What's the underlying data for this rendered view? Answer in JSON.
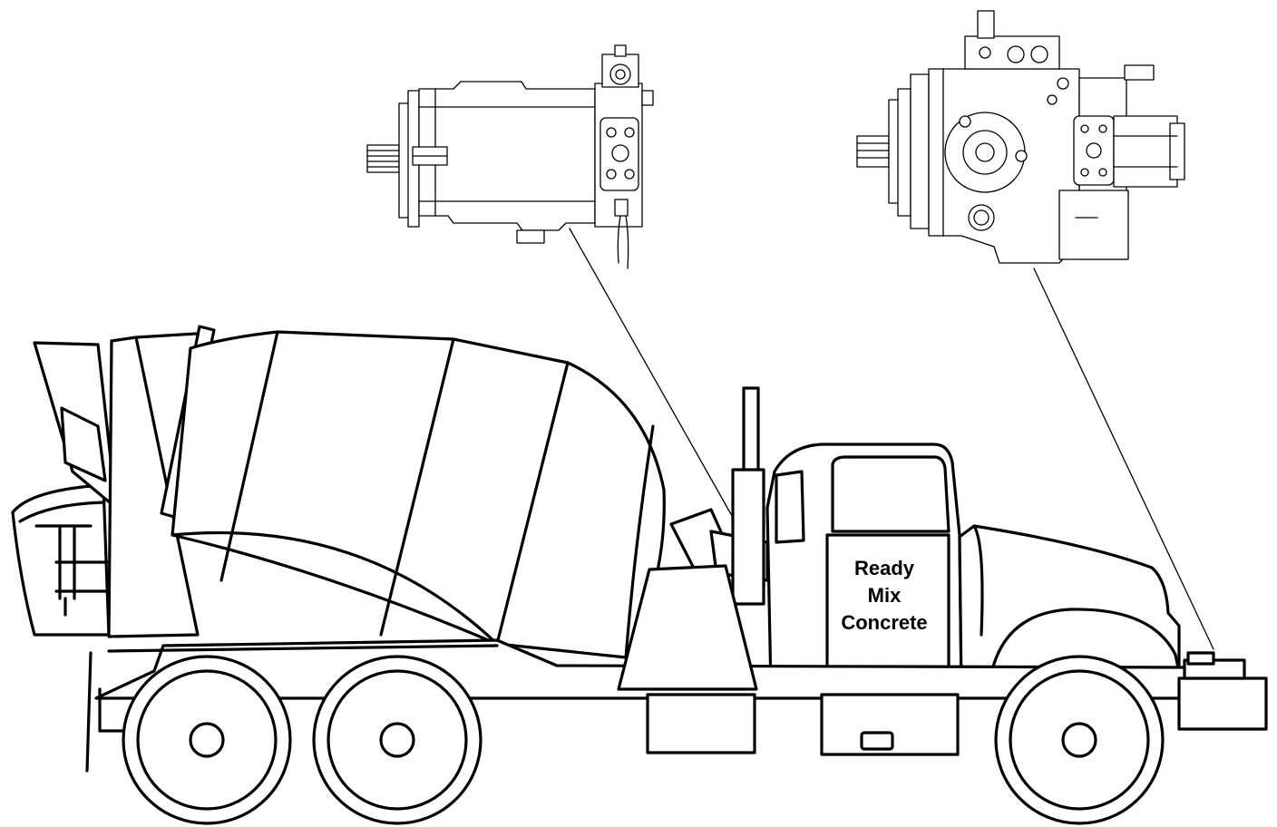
{
  "door_label": {
    "line1": "Ready",
    "line2": "Mix",
    "line3": "Concrete"
  },
  "colors": {
    "stroke": "#000000",
    "background": "#ffffff"
  },
  "icons": [
    "hydraulic-motor-icon",
    "hydraulic-pump-icon",
    "concrete-mixer-truck-icon"
  ]
}
